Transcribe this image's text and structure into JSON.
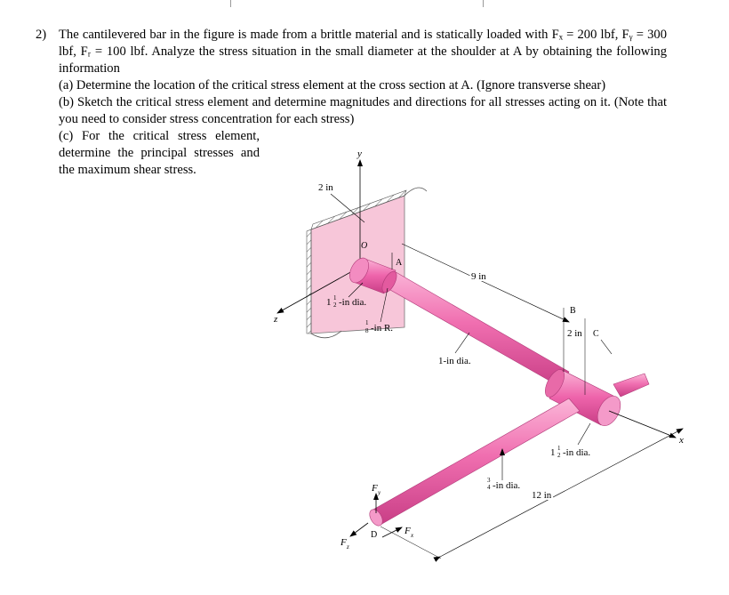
{
  "problem": {
    "number": "2)",
    "intro": "The cantilevered bar in the figure is made from a brittle material and is statically loaded with Fₓ = 200 lbf, Fᵧ = 300 lbf, Fᵣ = 100 lbf. Analyze the stress situation in the small diameter at the shoulder at A by obtaining the following information",
    "part_a": "(a) Determine the location of the critical stress element at the cross section at A. (Ignore transverse shear)",
    "part_b": "(b) Sketch the critical stress element and determine magnitudes and directions for all stresses acting on it. (Note that you need to consider stress concentration for each stress)",
    "part_c": "(c) For the critical stress element, determine the principal stresses and the maximum shear stress."
  },
  "figure": {
    "labels": {
      "y": "y",
      "z": "z",
      "x": "x",
      "o": "O",
      "a": "A",
      "b": "B",
      "c": "C",
      "d": "D",
      "fy": "F",
      "fy_sub": "y",
      "fx": "F",
      "fx_sub": "x",
      "fz": "F",
      "fz_sub": "z",
      "dim_2in_top": "2 in",
      "dim_9in": "9 in",
      "dim_2in_bc": "2 in",
      "dim_12in": "12 in",
      "shoulder_dia": "-in dia.",
      "fillet_r": "-in R.",
      "main_dia": "1-in dia.",
      "collar_dia": "-in dia.",
      "arm_dia": "-in dia."
    },
    "fractions": {
      "one_half_whole": "1",
      "one_half_num": "1",
      "one_half_den": "2",
      "one_eighth_num": "1",
      "one_eighth_den": "8",
      "three_quarter_num": "3",
      "three_quarter_den": "4"
    },
    "colors": {
      "wall": "#f7c6d9",
      "bar": "#f06fb0",
      "bar_dark": "#d94a95",
      "bar_light": "#fbb6d8",
      "hatch": "#555555"
    }
  }
}
